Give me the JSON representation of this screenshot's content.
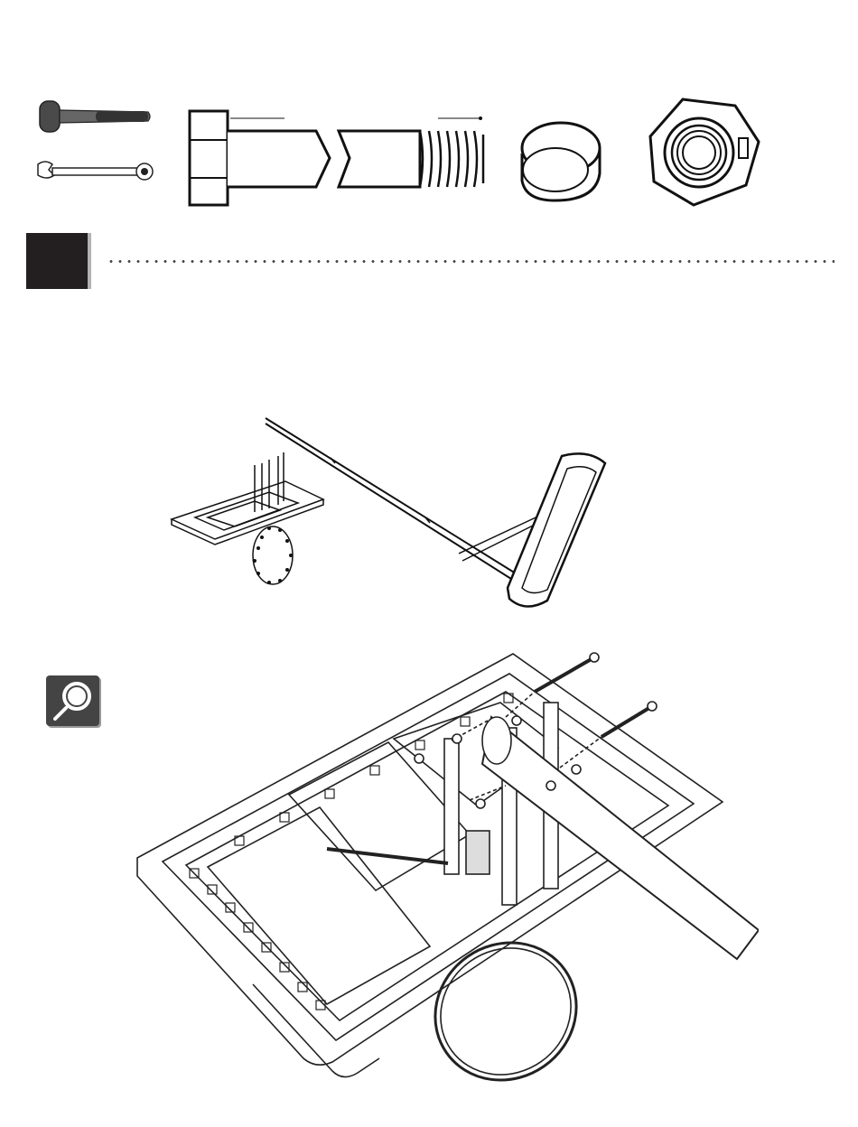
{
  "page": {
    "background": "#ffffff",
    "ink": "#1a1a1a"
  },
  "tools": [
    {
      "name": "hammer",
      "icon": "hammer-icon"
    },
    {
      "name": "wrench",
      "icon": "wrench-icon"
    }
  ],
  "hardware": [
    {
      "name": "hex-bolt",
      "icon": "hex-bolt-icon"
    },
    {
      "name": "spacer",
      "icon": "spacer-icon"
    },
    {
      "name": "lock-nut",
      "icon": "lock-nut-icon"
    }
  ],
  "step": {
    "number": "",
    "box_color": "#231f20",
    "shadow_color": "#b3b3b3"
  },
  "diagrams": {
    "overview": {
      "icon": "backboard-pole-overview-illustration"
    },
    "detail": {
      "icon": "backboard-bracket-detail-illustration"
    }
  },
  "zoom_badge": {
    "icon": "magnifier-icon"
  }
}
